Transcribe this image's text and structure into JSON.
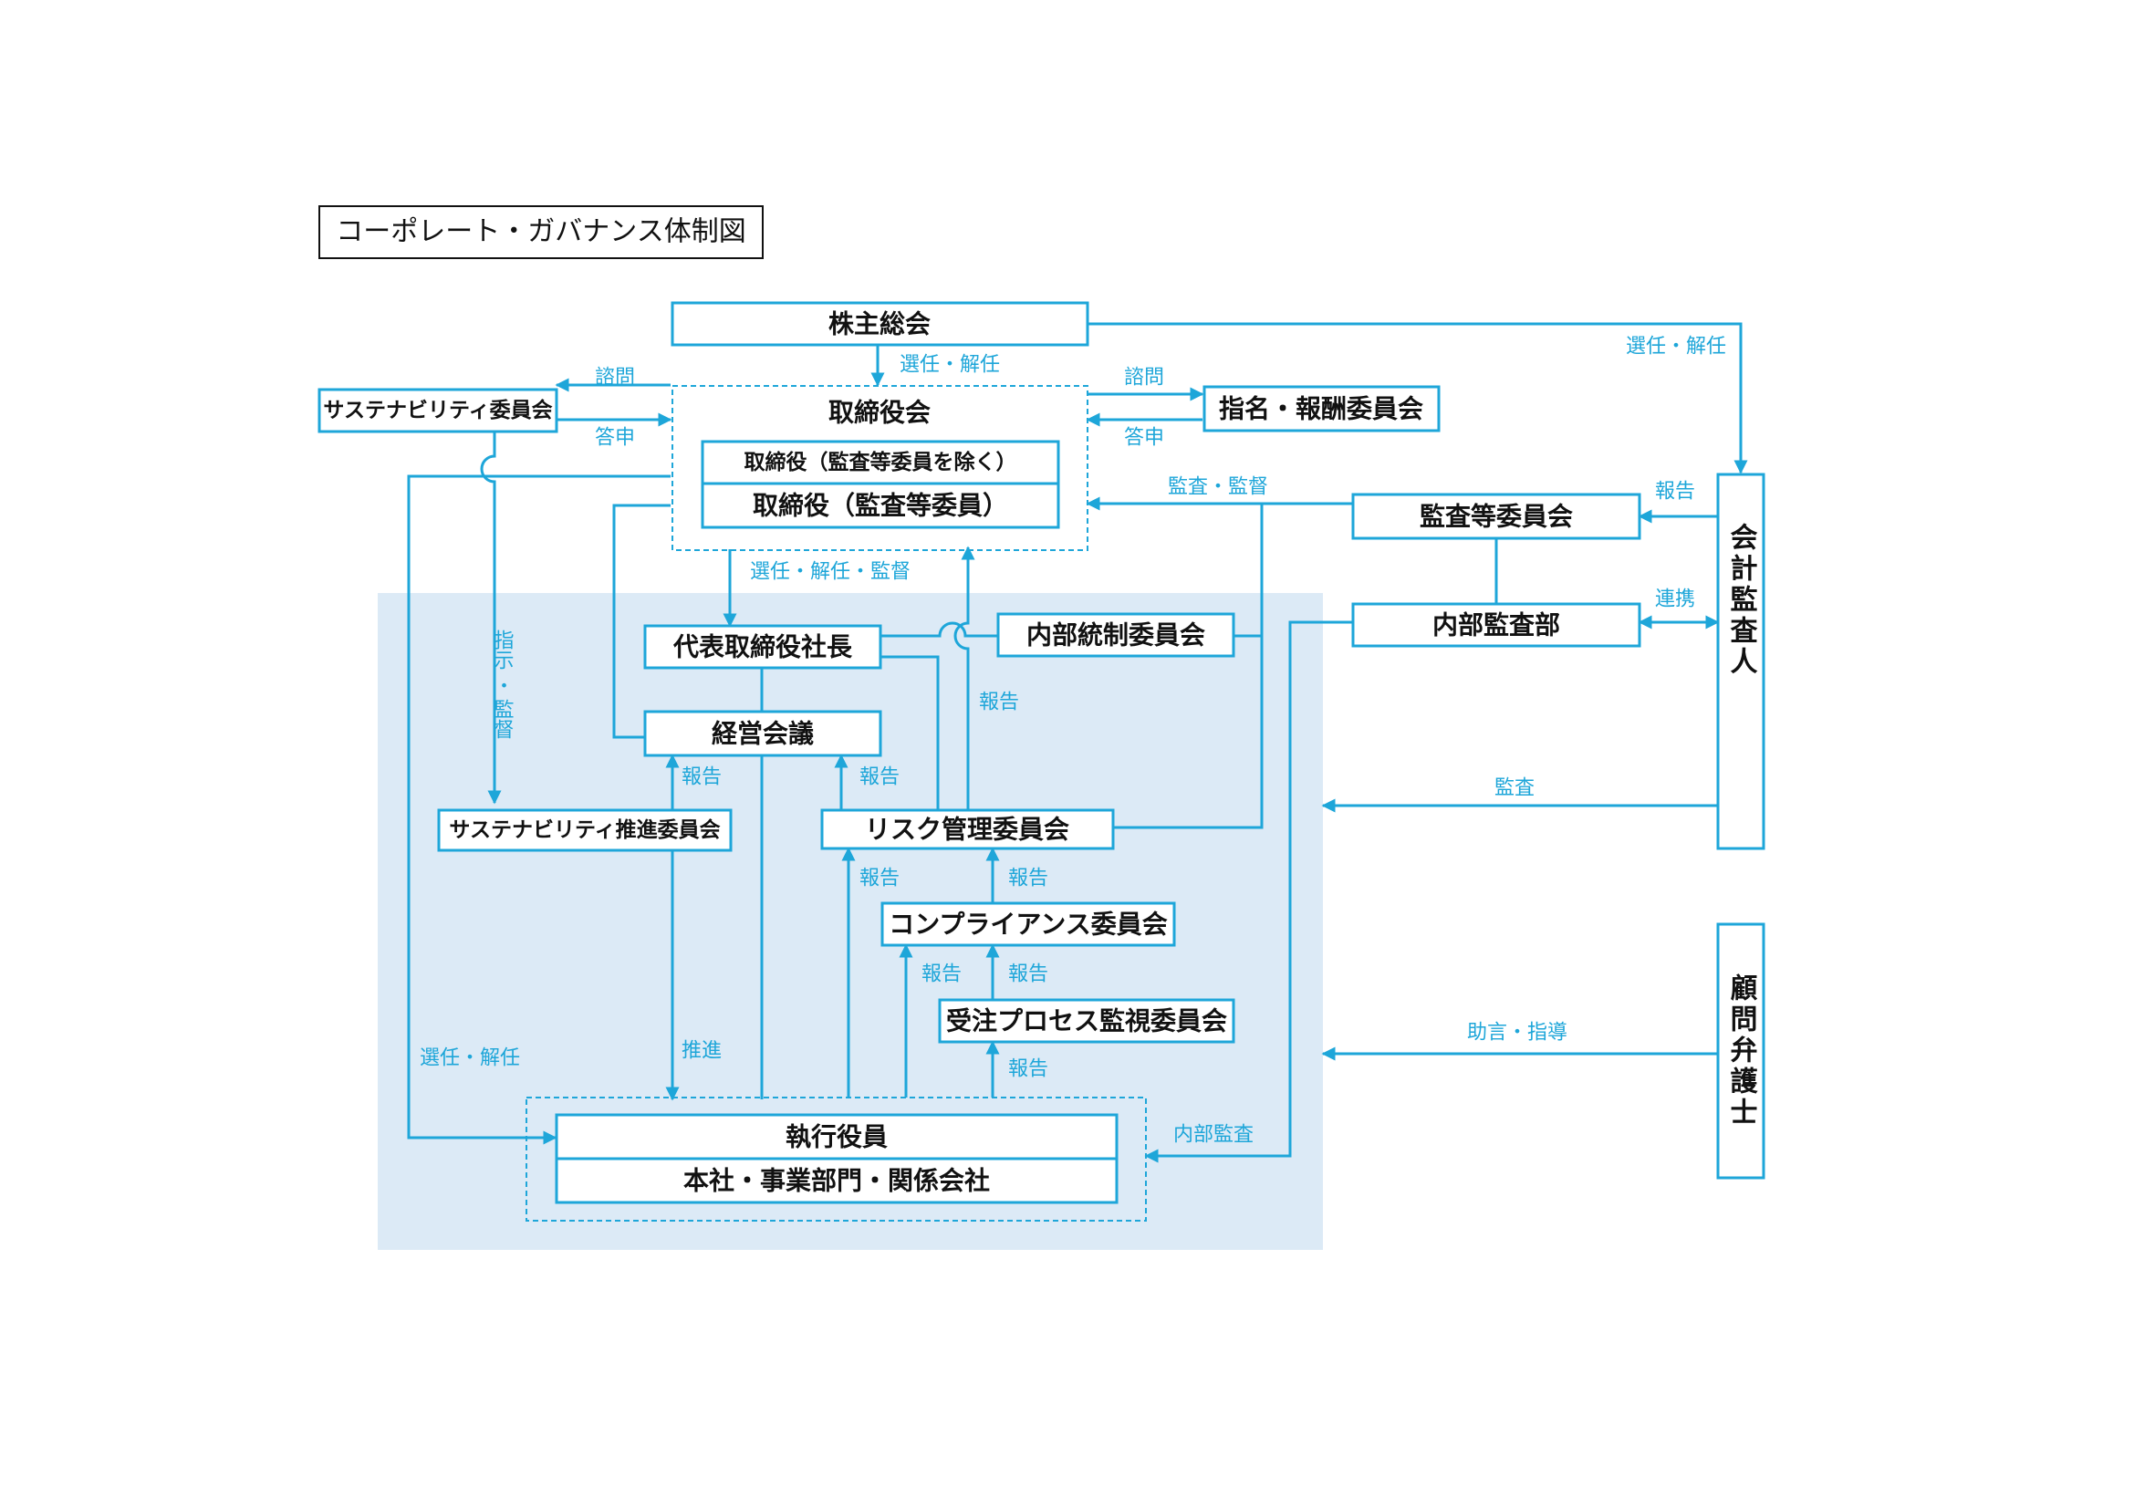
{
  "title": "コーポレート・ガバナンス体制図",
  "colors": {
    "line": "#1ea6d9",
    "executive_area": "#dceaf6",
    "text": "#111111"
  },
  "nodes": {
    "shareholders": "株主総会",
    "board": "取締役会",
    "board_directors": "取締役（監査等委員を除く）",
    "board_audit_directors": "取締役（監査等委員）",
    "sustainability_committee": "サステナビリティ委員会",
    "nomination_committee": "指名・報酬委員会",
    "audit_committee": "監査等委員会",
    "internal_audit": "内部監査部",
    "accounting_auditor": "会計監査人",
    "legal_advisor": "顧問弁護士",
    "president": "代表取締役社長",
    "internal_control": "内部統制委員会",
    "management_meeting": "経営会議",
    "sustainability_promotion": "サステナビリティ推進委員会",
    "risk_committee": "リスク管理委員会",
    "compliance_committee": "コンプライアンス委員会",
    "order_process_committee": "受注プロセス監視委員会",
    "officers": "執行役員",
    "divisions": "本社・事業部門・関係会社"
  },
  "labels": {
    "select_dismiss": "選任・解任",
    "consult": "諮問",
    "report_back": "答申",
    "audit_supervise": "監査・監督",
    "report": "報告",
    "coordinate": "連携",
    "select_dismiss_supervise": "選任・解任・監督",
    "instruct": "指示",
    "dot": "・",
    "supervise": "監督",
    "promote": "推進",
    "audit": "監査",
    "advice": "助言・指導",
    "internal_audit_label": "内部監査"
  }
}
